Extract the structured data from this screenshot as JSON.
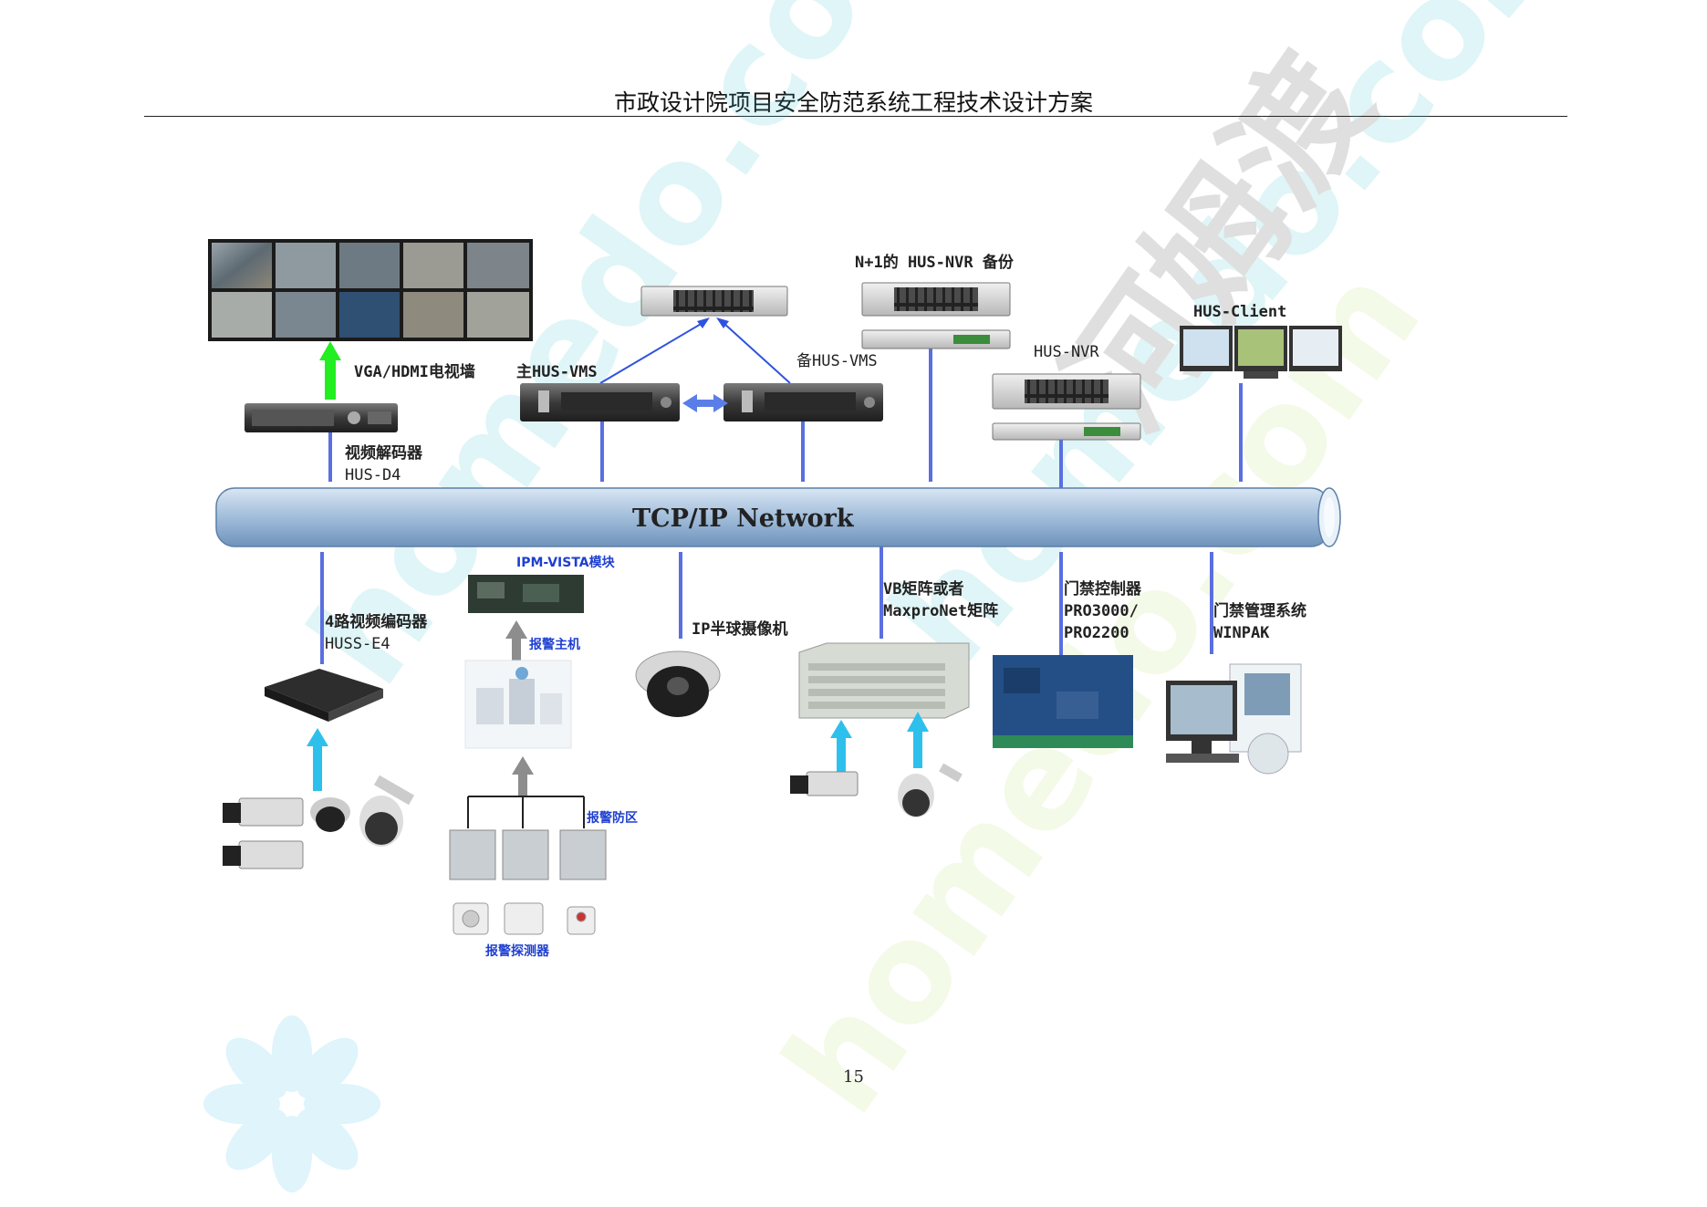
{
  "header": {
    "title": "市政设计院项目安全防范系统工程技术设计方案"
  },
  "page_number": "15",
  "watermark": {
    "text1": "homedo.com",
    "text2": "河姆渡"
  },
  "colors": {
    "link_blue": "#5a6fe0",
    "pipe": "#a9c3de",
    "green_arrow": "#22ee22",
    "cyan_arrow": "#2ec0ec",
    "grey_arrow": "#8d8d8d"
  },
  "diagram": {
    "network": "TCP/IP Network",
    "video_wall": "VGA/HDMI电视墙",
    "decoder_l1": "视频解码器",
    "decoder_l2": "HUS-D4",
    "vms_main": "主HUS-VMS",
    "vms_backup": "备HUS-VMS",
    "nvr_backup": "N+1的 HUS-NVR 备份",
    "nvr": "HUS-NVR",
    "client": "HUS-Client",
    "encoder_l1": "4路视频编码器",
    "encoder_l2": "HUSS-E4",
    "ipm_vista": "IPM-VISTA模块",
    "alarm_host": "报警主机",
    "ip_dome": "IP半球摄像机",
    "matrix_l1": "VB矩阵或者",
    "matrix_l2": "MaxproNet矩阵",
    "access_ctrl_l1": "门禁控制器",
    "access_ctrl_l2": "PRO3000/",
    "access_ctrl_l3": "PRO2200",
    "access_mgmt_l1": "门禁管理系统",
    "access_mgmt_l2": "WINPAK",
    "alarm_zone": "报警防区",
    "alarm_detector": "报警探测器"
  }
}
